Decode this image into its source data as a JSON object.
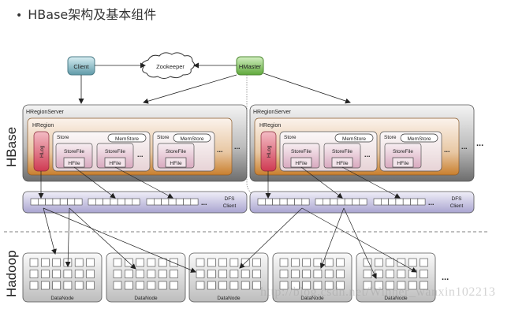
{
  "title": {
    "bullet": "•",
    "text": "HBase架构及基本组件"
  },
  "diagram": {
    "client": "Client",
    "zookeeper": "Zookeeper",
    "hmaster": "HMaster",
    "layers": {
      "hbase": "HBase",
      "hadoop": "Hadoop"
    },
    "region_servers": [
      {
        "label": "HRegionServer",
        "region_label": "HRegion",
        "hlog": "HLog",
        "stores": [
          {
            "label": "Store",
            "memstore": "MemStore",
            "storefiles": [
              {
                "label": "StoreFile",
                "hfile": "HFile"
              },
              {
                "label": "StoreFile",
                "hfile": "HFile"
              }
            ],
            "more": "..."
          },
          {
            "label": "Store",
            "memstore": "MemStore",
            "storefiles": [
              {
                "label": "StoreFile",
                "hfile": "HFile"
              }
            ],
            "more": ""
          }
        ],
        "more_stores": "...",
        "more_regions": "...",
        "dfs_client": [
          "DFS",
          "Client"
        ],
        "dfs_more": "..."
      },
      {
        "label": "HRegionServer",
        "region_label": "HRegion",
        "hlog": "HLog",
        "stores": [
          {
            "label": "Store",
            "memstore": "MemStore",
            "storefiles": [
              {
                "label": "StoreFile",
                "hfile": "HFile"
              },
              {
                "label": "StoreFile",
                "hfile": "HFile"
              }
            ],
            "more": "..."
          },
          {
            "label": "Store",
            "memstore": "MemStore",
            "storefiles": [
              {
                "label": "StoreFile",
                "hfile": "HFile"
              }
            ],
            "more": ""
          }
        ],
        "more_stores": "...",
        "more_regions": "...",
        "dfs_client": [
          "DFS",
          "Client"
        ],
        "dfs_more": "..."
      }
    ],
    "more_servers": "...",
    "datanodes": [
      "DataNode",
      "DataNode",
      "DataNode",
      "DataNode",
      "DataNode"
    ],
    "more_datanodes": "...",
    "watermark": "http://blog.csdn.net/Winner_wanxin102213",
    "colors": {
      "client": "#8fc4d0",
      "hmaster": "#8ccb6a",
      "server_bg": "#8a8a8a",
      "region_bg": "#d9a569",
      "store_bg": "#f4ecec",
      "storefile_bg": "#e8ccd8",
      "hlog": "#d9566c",
      "dfs_bg": "#c9c6e3"
    }
  }
}
